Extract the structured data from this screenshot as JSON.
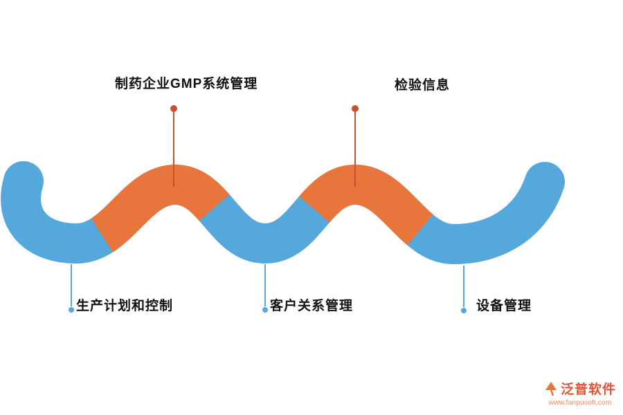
{
  "diagram": {
    "top_callouts": [
      {
        "label": "制药企业GMP系统管理"
      },
      {
        "label": "检验信息"
      }
    ],
    "bottom_callouts": [
      {
        "label": "生产计划和控制"
      },
      {
        "label": "客户关系管理"
      },
      {
        "label": "设备管理"
      }
    ],
    "colors": {
      "blue": "#55a8dc",
      "orange": "#e8763c",
      "callout_red": "#c8502e",
      "callout_blue": "#55a8dc"
    }
  },
  "branding": {
    "name": "泛普软件",
    "url": "www.fanpusoft.com",
    "name_color": "#e2533a",
    "url_color": "#ef8a5f",
    "icon_color": "#e8763c"
  }
}
